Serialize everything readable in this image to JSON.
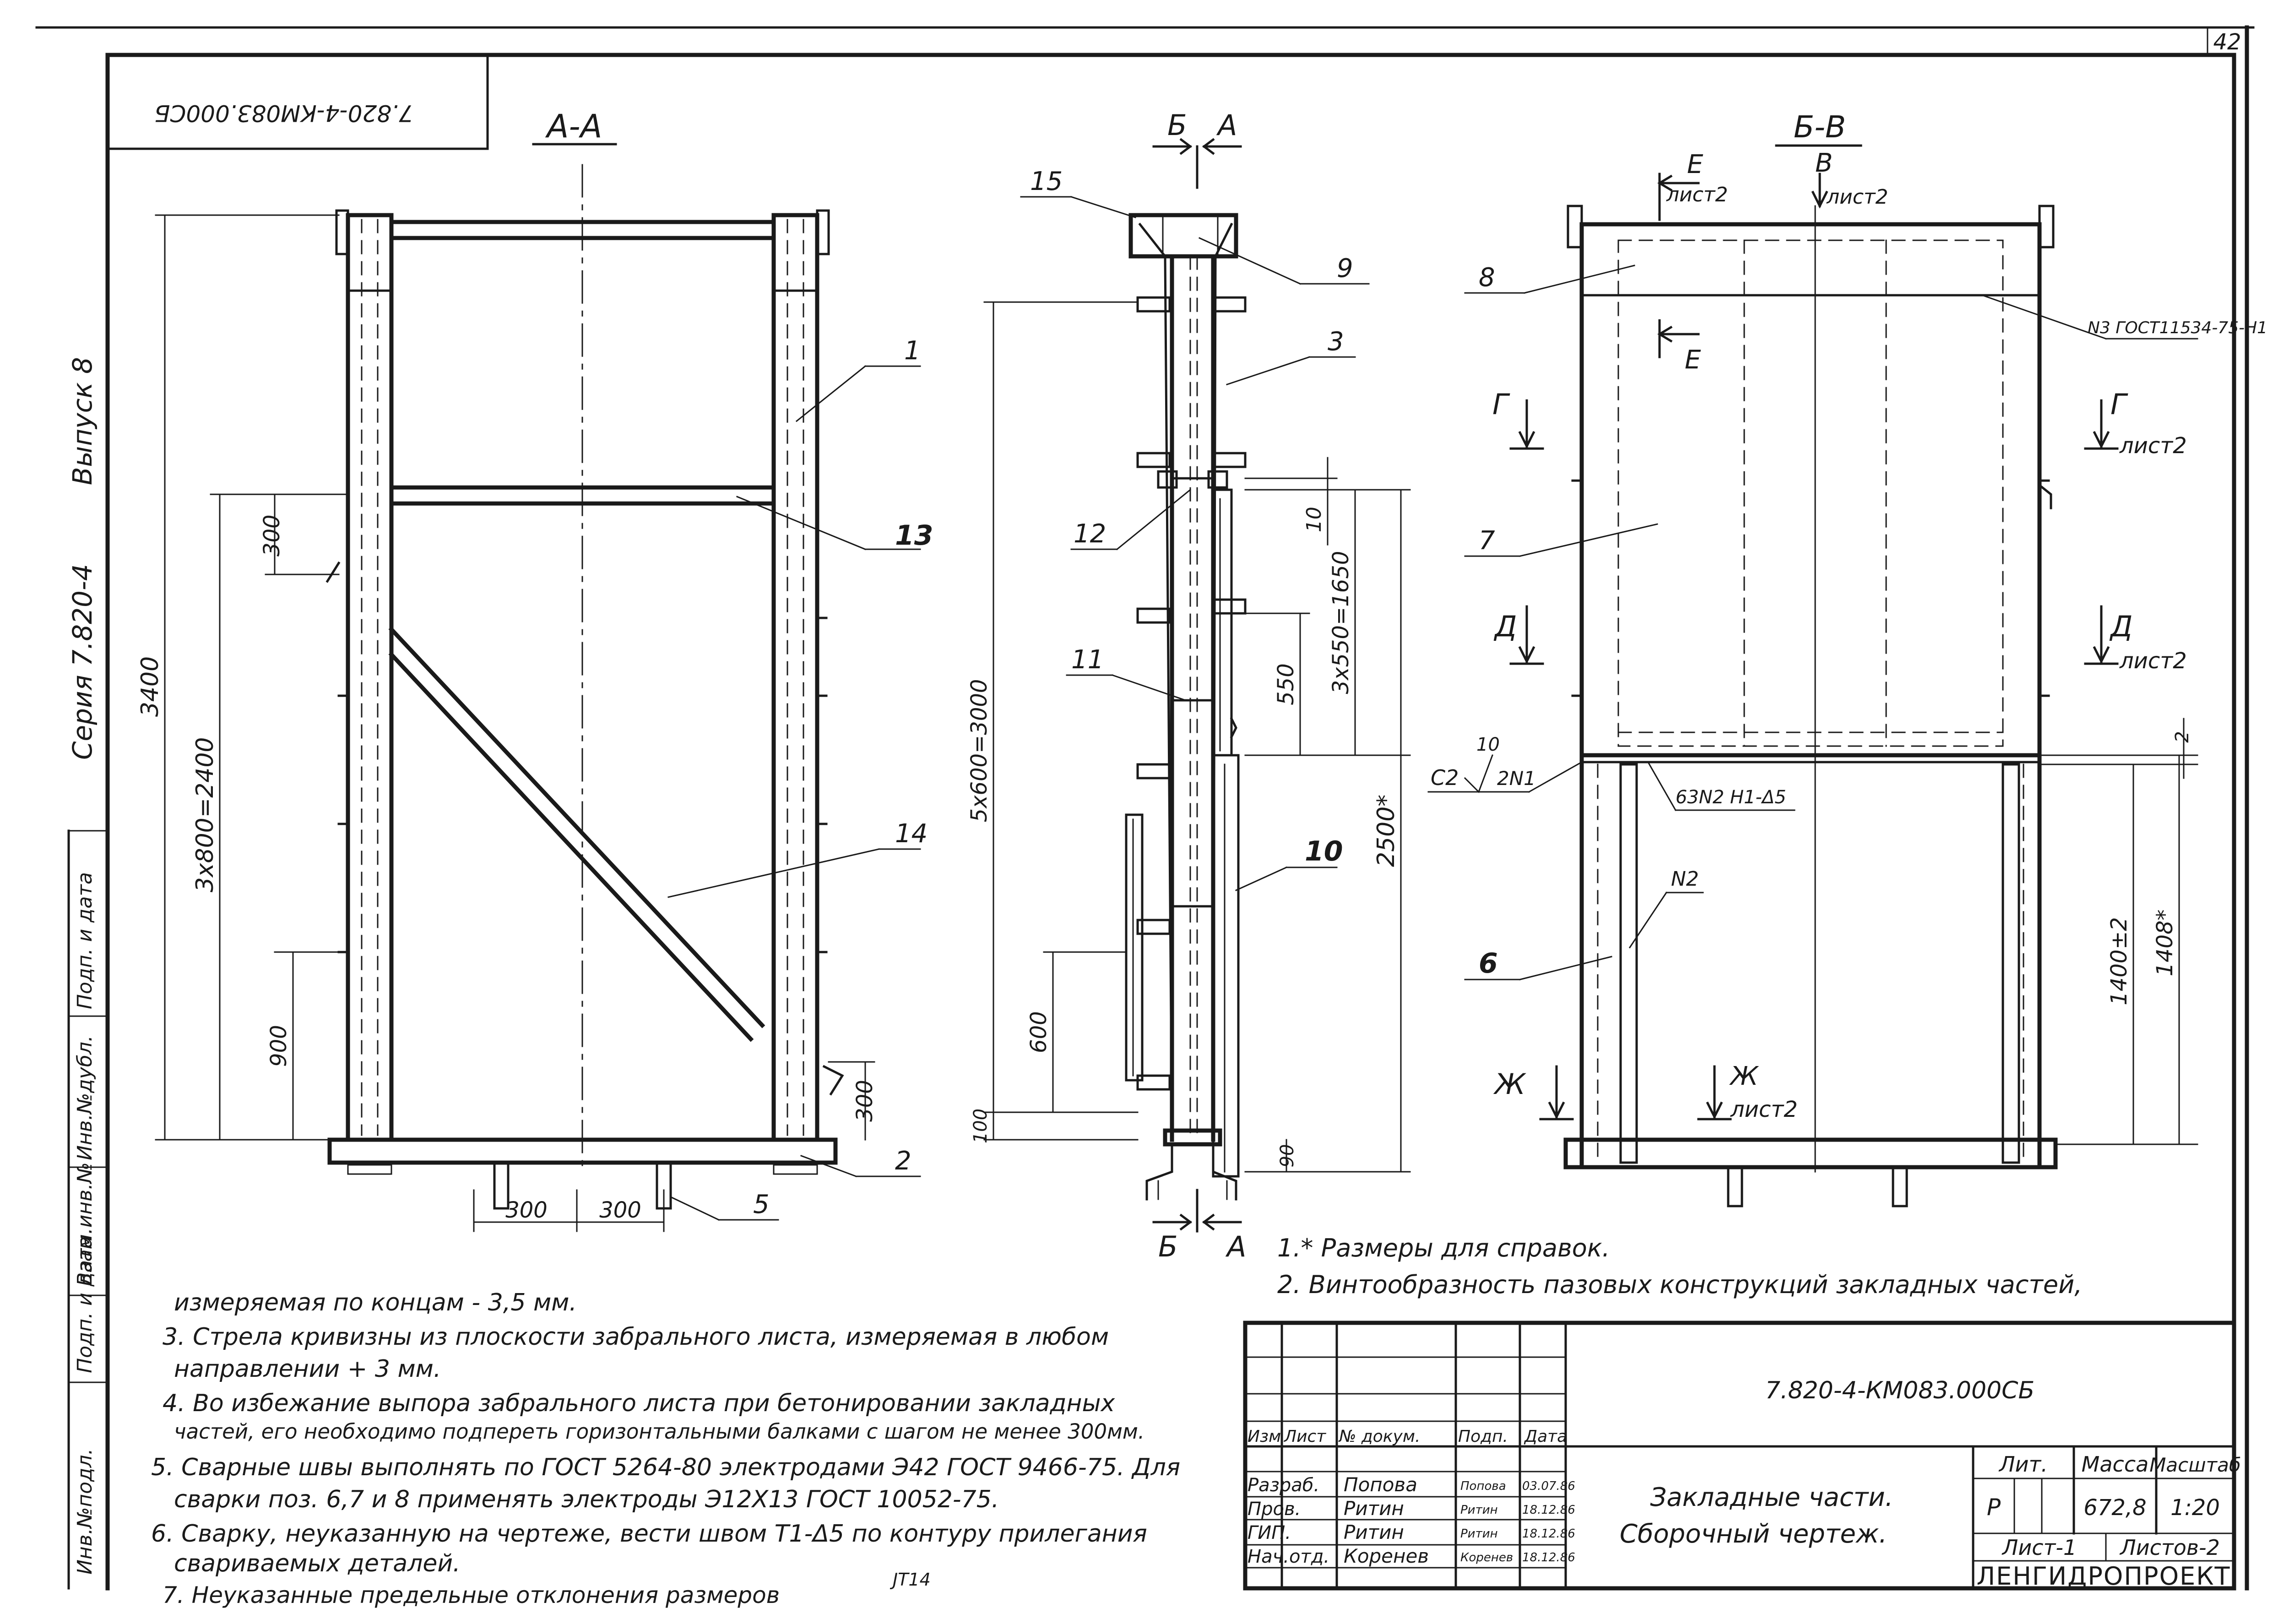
{
  "sheet": {
    "number": "42"
  },
  "corner_stamp": "7.820-4-КМ083.000СБ",
  "binding_strip": {
    "series": "Серия 7.820-4",
    "issue": "Выпуск 8",
    "labels": [
      "Инв.№подл.",
      "Подп. и дата",
      "Взам.инв.№",
      "Инв.№дубл.",
      "Подп. и дата"
    ]
  },
  "views": {
    "aa": {
      "title": "А-А",
      "dims": {
        "total": "3400",
        "spans": "3x800=2400",
        "d300_top": "300",
        "d900": "900",
        "d300_right": "300",
        "d300_b1": "300",
        "d300_b2": "300"
      },
      "callouts": {
        "c1": "1",
        "c13": "13",
        "c14": "14",
        "c2": "2",
        "c5": "5"
      }
    },
    "side": {
      "cut_b": "Б",
      "cut_a": "А",
      "dims": {
        "d5x600": "5x600=3000",
        "d3x550": "3x550=1650",
        "d550": "550",
        "d10": "10",
        "d2500": "2500*",
        "d600": "600",
        "d100": "100",
        "d90": "90"
      },
      "callouts": {
        "c15": "15",
        "c9": "9",
        "c3": "3",
        "c12": "12",
        "c11": "11",
        "c10": "10"
      }
    },
    "bb": {
      "title": "Б-В",
      "arrow_v": "В",
      "arrow_v_sheet": "лист2",
      "cut_e": "Е",
      "cut_e_sheet": "лист2",
      "cut_e2": "Е",
      "cut_g": "Г",
      "cut_g2": "Г",
      "cut_g_sheet": "лист2",
      "cut_d": "Д",
      "cut_d2": "Д",
      "cut_d_sheet": "лист2",
      "cut_zh": "Ж",
      "cut_zh2": "Ж",
      "cut_zh_sheet": "лист2",
      "weld_n3": "N3 ГОСТ11534-75-Н1",
      "weld_n1_l": "С2",
      "weld_n1_n": "10",
      "weld_n1_r": "2N1",
      "weld_63": "63N2 Н1-Δ5",
      "weld_n2": "N2",
      "dims": {
        "d2": "2",
        "d1400": "1400±2",
        "d1408": "1408*"
      },
      "callouts": {
        "c8": "8",
        "c7": "7",
        "c6": "6"
      }
    }
  },
  "notes": {
    "n1": "1.* Размеры для справок.",
    "n2": "2. Винтообразность пазовых конструкций закладных частей,",
    "n2b": "измеряемая по концам - 3,5 мм.",
    "n3": "3. Стрела кривизны из плоскости забрального листа, измеряемая в любом",
    "n3b": "направлении + 3 мм.",
    "n4": "4. Во избежание выпора забрального листа при бетонировании закладных",
    "n4b": "частей, его необходимо подпереть горизонтальными балками с шагом не менее 300мм.",
    "n5": "5. Сварные швы выполнять по ГОСТ 5264-80 электродами Э42 ГОСТ 9466-75. Для",
    "n5b": "сварки поз. 6,7 и 8 применять электроды Э12Х13 ГОСТ 10052-75.",
    "n6": "6. Сварку, неуказанную на чертеже, вести швом Т1-Δ5 по контуру прилегания",
    "n6b": "свариваемых деталей.",
    "n7": "7. Неуказанные предельные отклонения размеров",
    "n7_tol": "JT14"
  },
  "title_block": {
    "doc_code": "7.820-4-КМ083.000СБ",
    "name1": "Закладные части.",
    "name2": "Сборочный чертеж.",
    "headers": {
      "izm": "Изм",
      "list": "Лист",
      "ndoc": "№ докум.",
      "podp": "Подп.",
      "data": "Дата"
    },
    "rows": [
      {
        "role": "Разраб.",
        "name": "Попова",
        "sign": "Попова",
        "date": "03.07.86"
      },
      {
        "role": "Пров.",
        "name": "Ритин",
        "sign": "Ритин",
        "date": "18.12.86"
      },
      {
        "role": "ГИП.",
        "name": "Ритин",
        "sign": "Ритин",
        "date": "18.12.86"
      },
      {
        "role": "Нач.отд.",
        "name": "Коренев",
        "sign": "Коренев",
        "date": "18.12.86"
      }
    ],
    "lit_h": "Лит.",
    "mass_h": "Масса",
    "scale_h": "Масштаб",
    "lit": "Р",
    "mass": "672,8",
    "scale": "1:20",
    "sheet": "Лист-1",
    "sheets": "Листов-2",
    "org": "ЛЕНГИДРОПРОЕКТ"
  }
}
